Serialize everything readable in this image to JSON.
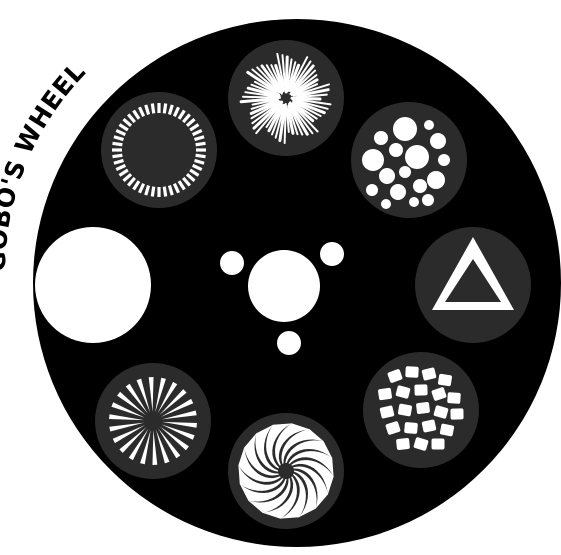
{
  "title": "GOBO'S WHEEL",
  "colors": {
    "background": "#ffffff",
    "wheel": "#000000",
    "slot": "#2b2b2b",
    "pattern": "#ffffff",
    "title": "#000000"
  },
  "slots": [
    {
      "name": "open",
      "icon": "open-circle-icon"
    },
    {
      "name": "dotted-ring",
      "icon": "dotted-ring-icon"
    },
    {
      "name": "starburst",
      "icon": "starburst-icon"
    },
    {
      "name": "dots",
      "icon": "dots-icon"
    },
    {
      "name": "triangle",
      "icon": "triangle-icon"
    },
    {
      "name": "cubes",
      "icon": "cubes-icon"
    },
    {
      "name": "spiral",
      "icon": "spiral-icon"
    },
    {
      "name": "spokes",
      "icon": "spokes-icon"
    }
  ]
}
